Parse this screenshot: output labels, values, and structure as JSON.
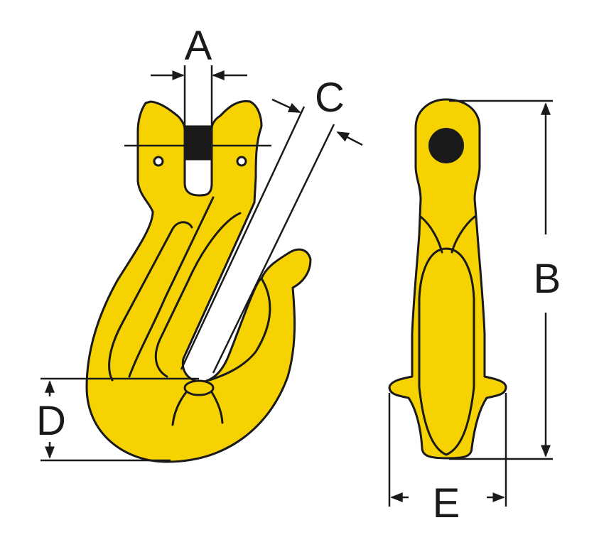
{
  "colors": {
    "hook_fill": "#F6D200",
    "outline": "#1a1a1a",
    "pin": "#1a1a1a",
    "background": "#ffffff"
  },
  "labels": {
    "a": "A",
    "b": "B",
    "c": "C",
    "d": "D",
    "e": "E"
  }
}
